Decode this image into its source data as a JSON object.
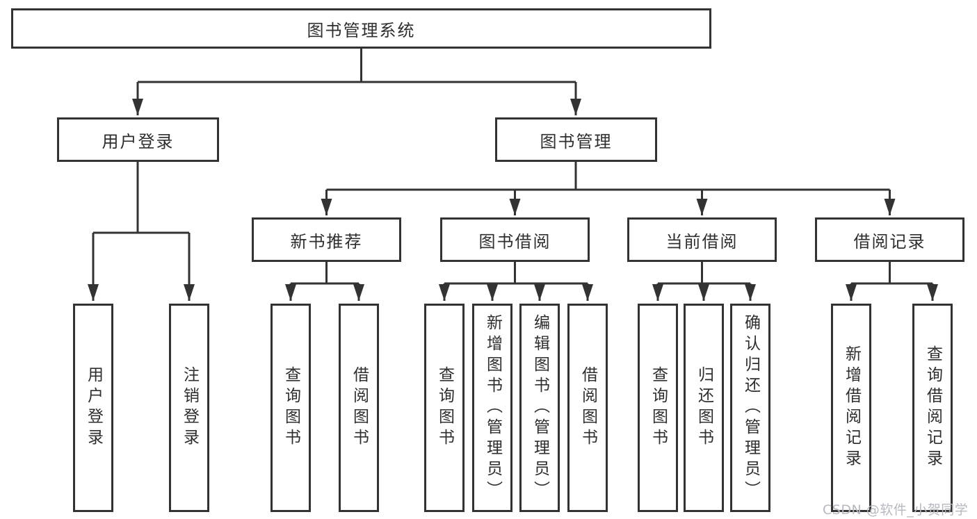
{
  "diagram": {
    "title": "图书管理系统",
    "root": {
      "label": "图书管理系统"
    },
    "level1": [
      {
        "label": "用户登录"
      },
      {
        "label": "图书管理"
      }
    ],
    "level2": [
      {
        "label": "新书推荐",
        "parent": "图书管理"
      },
      {
        "label": "图书借阅",
        "parent": "图书管理"
      },
      {
        "label": "当前借阅",
        "parent": "图书管理"
      },
      {
        "label": "借阅记录",
        "parent": "图书管理"
      }
    ],
    "leaves": [
      {
        "label": "用户登录",
        "parent": "用户登录"
      },
      {
        "label": "注销登录",
        "parent": "用户登录"
      },
      {
        "label": "查询图书",
        "parent": "新书推荐"
      },
      {
        "label": "借阅图书",
        "parent": "新书推荐"
      },
      {
        "label": "查询图书",
        "parent": "图书借阅"
      },
      {
        "label": "新增图书（管理员）",
        "parent": "图书借阅"
      },
      {
        "label": "编辑图书（管理员）",
        "parent": "图书借阅"
      },
      {
        "label": "借阅图书",
        "parent": "图书借阅"
      },
      {
        "label": "查询图书",
        "parent": "当前借阅"
      },
      {
        "label": "归还图书",
        "parent": "当前借阅"
      },
      {
        "label": "确认归还（管理员）",
        "parent": "当前借阅"
      },
      {
        "label": "新增借阅记录",
        "parent": "借阅记录"
      },
      {
        "label": "查询借阅记录",
        "parent": "借阅记录"
      }
    ]
  },
  "watermark": {
    "text": "CSDN @软件_小贺同学"
  },
  "colors": {
    "background": "#ffffff",
    "box_border": "#333333",
    "line": "#333333",
    "text": "#2e2e2e",
    "watermark": "#b6b9bf"
  }
}
